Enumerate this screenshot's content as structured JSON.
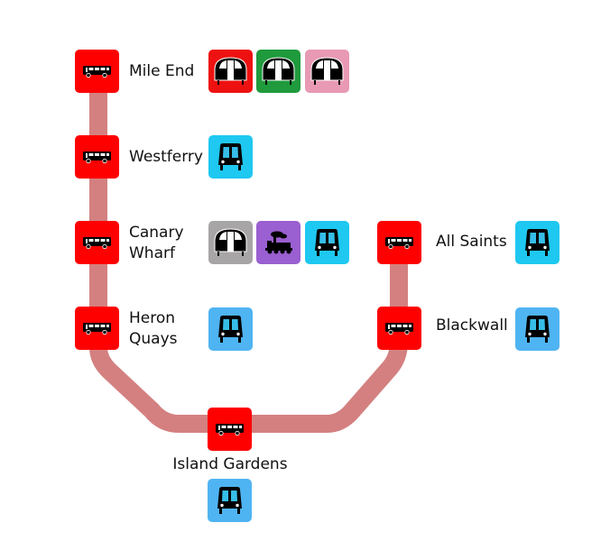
{
  "map": {
    "route_color": "#d48080",
    "stop_color": "#ff0000",
    "mode_colors": {
      "bus": "#ff0000",
      "tube_central": "#ee1111",
      "tube_district": "#1f9a3c",
      "tube_hammersmith": "#e899b4",
      "tube_jubilee": "#a8a5a6",
      "overground": "#9a5fd0",
      "dlr": "#1ec8f0"
    }
  },
  "stops": [
    {
      "name": "Mile End",
      "lines": [
        "Mile End"
      ],
      "connections": [
        {
          "mode": "tube",
          "color_key": "tube_central",
          "icon": "tube-train-icon"
        },
        {
          "mode": "tube",
          "color_key": "tube_district",
          "icon": "tube-train-icon"
        },
        {
          "mode": "tube",
          "color_key": "tube_hammersmith",
          "icon": "tube-train-icon"
        }
      ]
    },
    {
      "name": "Westferry",
      "lines": [
        "Westferry"
      ],
      "connections": [
        {
          "mode": "dlr",
          "color_key": "dlr",
          "icon": "dlr-train-icon"
        }
      ]
    },
    {
      "name": "Canary Wharf",
      "lines": [
        "Canary",
        "Wharf"
      ],
      "connections": [
        {
          "mode": "tube",
          "color_key": "tube_jubilee",
          "icon": "tube-train-icon"
        },
        {
          "mode": "rail",
          "color_key": "overground",
          "icon": "steam-locomotive-icon"
        },
        {
          "mode": "dlr",
          "color_key": "dlr",
          "icon": "dlr-train-icon"
        }
      ]
    },
    {
      "name": "Heron Quays",
      "lines": [
        "Heron",
        "Quays"
      ],
      "connections": [
        {
          "mode": "dlr",
          "color_key": "dlr",
          "icon": "dlr-train-icon"
        }
      ]
    },
    {
      "name": "Island Gardens",
      "lines": [
        "Island Gardens"
      ],
      "connections": [
        {
          "mode": "dlr",
          "color_key": "dlr",
          "icon": "dlr-train-icon"
        }
      ]
    },
    {
      "name": "Blackwall",
      "lines": [
        "Blackwall"
      ],
      "connections": [
        {
          "mode": "dlr",
          "color_key": "dlr",
          "icon": "dlr-train-icon"
        }
      ]
    },
    {
      "name": "All Saints",
      "lines": [
        "All Saints"
      ],
      "connections": [
        {
          "mode": "dlr",
          "color_key": "dlr",
          "icon": "dlr-train-icon"
        }
      ]
    }
  ]
}
